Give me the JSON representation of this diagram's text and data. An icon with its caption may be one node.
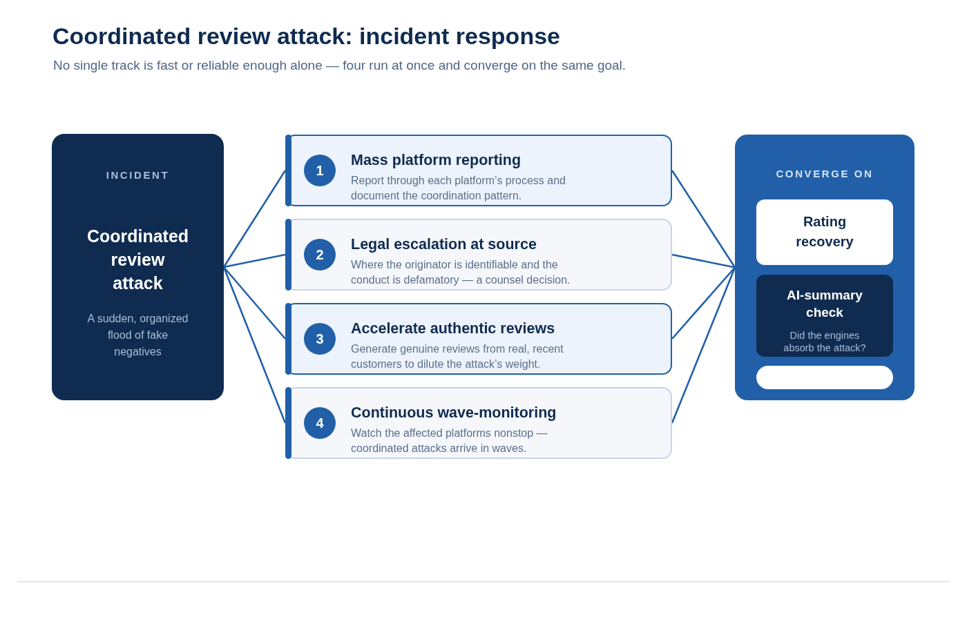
{
  "diagram": {
    "title": "Coordinated review attack: incident response",
    "nodes": [
      {
        "text": [
          "INCIDENT",
          "Coordinated review attack",
          "A sudden, organized flood of fake negatives"
        ]
      },
      {
        "text": [
          "Mass platform reporting",
          "Report through each platform’s process and document the coordination pattern."
        ]
      },
      {
        "text": [
          "1"
        ],
        "in": 1
      },
      {
        "text": [
          "Legal escalation at source",
          "Where the originator is identifiable and the conduct is defamatory — a counsel decision."
        ]
      },
      {
        "text": [
          "2"
        ],
        "in": 3
      },
      {
        "text": [
          "Accelerate authentic reviews",
          "Generate genuine reviews from real, recent customers to dilute the attack’s weight."
        ]
      },
      {
        "text": [
          "3"
        ],
        "in": 5
      },
      {
        "text": [
          "Continuous wave-monitoring",
          "Watch the affected platforms nonstop — coordinated attacks arrive in waves."
        ]
      },
      {
        "text": [
          "4"
        ],
        "in": 7
      },
      {
        "text": [
          "CONVERGE ON"
        ]
      },
      {
        "text": [
          "Rating recovery"
        ],
        "in": 9
      },
      {
        "text": [
          "AI-summary check",
          "Did the engines absorb the attack?"
        ],
        "in": 9
      },
      {
        "text": [],
        "shape": "box",
        "in": 9
      }
    ],
    "edges": [
      {
        "from": 0,
        "to": 1,
        "arrow": "none"
      },
      {
        "from": 0,
        "to": 3,
        "arrow": "none"
      },
      {
        "from": 0,
        "to": 5,
        "arrow": "none"
      },
      {
        "from": 0,
        "to": 7,
        "arrow": "none"
      },
      {
        "from": 1,
        "to": 9,
        "arrow": "none"
      },
      {
        "from": 3,
        "to": 9,
        "arrow": "none"
      },
      {
        "from": 5,
        "to": 9,
        "arrow": "none"
      },
      {
        "from": 7,
        "to": 9,
        "arrow": "none"
      }
    ],
    "labels": [
      "No single track is fast or reliable enough alone — four run at once and converge on the same goal."
    ]
  }
}
